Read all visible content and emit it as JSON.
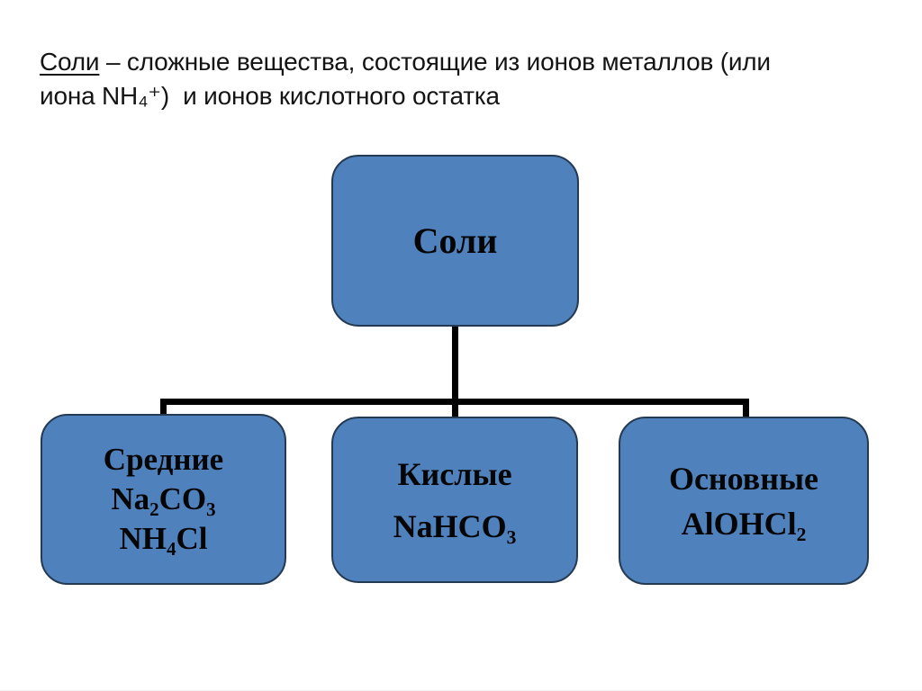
{
  "title": {
    "term": "Соли",
    "line1_rest": " – сложные вещества, состоящие из ионов металлов (или",
    "line2": "иона NH₄⁺)  и ионов кислотного остатка"
  },
  "diagram": {
    "root": {
      "label": "Соли"
    },
    "children": [
      {
        "title": "Средние",
        "formulas": [
          "Na₂CO₃",
          "NH₄Cl"
        ]
      },
      {
        "title": "Кислые",
        "formulas": [
          "NaHCO₃"
        ]
      },
      {
        "title": "Основные",
        "formulas": [
          "AlOHCl₂"
        ]
      }
    ]
  },
  "colors": {
    "box_fill": "#4f81bd",
    "box_border": "#243a52",
    "connector": "#000000",
    "text": "#000000",
    "background": "#ffffff"
  }
}
